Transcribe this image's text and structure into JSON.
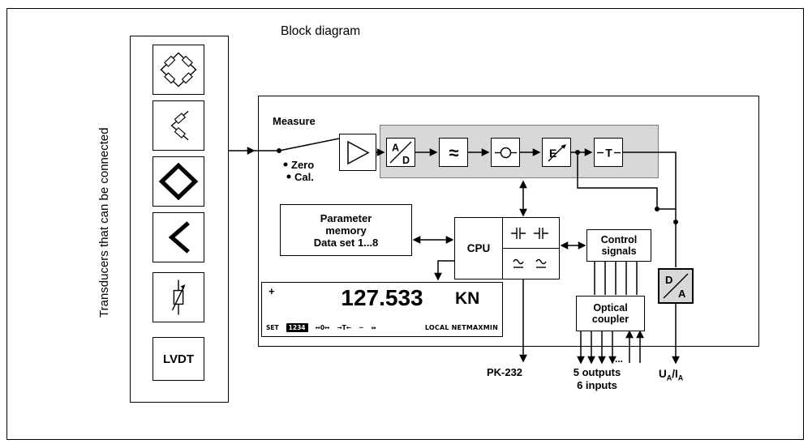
{
  "title": "Block diagram",
  "left_panel": {
    "label": "Transducers that can be connected",
    "lvdt_label": "LVDT"
  },
  "switch": {
    "measure": "Measure",
    "zero": "Zero",
    "cal": "Cal."
  },
  "chain": {
    "ad_top": "A",
    "ad_bottom": "D",
    "filter_symbol": "≈",
    "gain_label": "E",
    "tare_label": "T"
  },
  "blocks": {
    "parameter_memory": {
      "line1": "Parameter",
      "line2": "memory",
      "line3": "Data set 1...8"
    },
    "cpu_label": "CPU",
    "control_signals": {
      "line1": "Control",
      "line2": "signals"
    },
    "optical_coupler": {
      "line1": "Optical",
      "line2": "coupler"
    },
    "da_top": "D",
    "da_bottom": "A"
  },
  "display": {
    "marker": "+",
    "value": "127.533",
    "unit": "KN",
    "set_label": "SET",
    "channel_label": "1234",
    "zero_icon": "↔0↔",
    "tare_icon": "→T←",
    "wave_icon": "~",
    "arrows_icon": "⇔",
    "mode_label": "LOCAL NETMAXMIN"
  },
  "bottom": {
    "pk232": "PK-232",
    "outputs_label": "5 outputs",
    "inputs_label": "6 inputs",
    "ellipsis": "...",
    "ua": "U",
    "ua_sub": "A",
    "ia": "/I",
    "ia_sub": "A"
  }
}
